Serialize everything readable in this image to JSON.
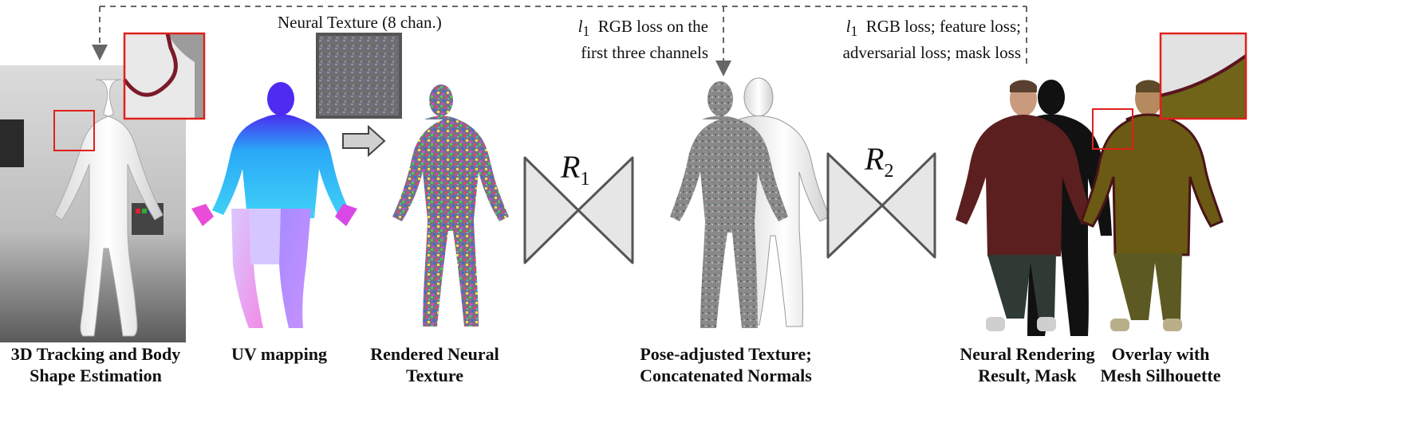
{
  "diagram": {
    "top_label": "Neural Texture (8 chan.)",
    "loss_notes": {
      "first": {
        "line1_var": "l",
        "line1_sub": "1",
        "line1": "RGB loss on the",
        "line2": "first three channels"
      },
      "second": {
        "line1_var": "l",
        "line1_sub": "1",
        "line1": "RGB loss; feature loss;",
        "line2": "adversarial loss; mask loss"
      }
    },
    "networks": [
      {
        "symbol": "R",
        "index": "1"
      },
      {
        "symbol": "R",
        "index": "2"
      }
    ],
    "captions": [
      {
        "line1": "3D Tracking and Body",
        "line2": "Shape Estimation"
      },
      {
        "line1": "UV mapping",
        "line2": ""
      },
      {
        "line1": "Rendered Neural",
        "line2": "Texture"
      },
      {
        "line1": "Pose-adjusted Texture;",
        "line2": "Concatenated Normals"
      },
      {
        "line1": "Neural Rendering",
        "line2": "Result, Mask"
      },
      {
        "line1": "Overlay with",
        "line2": "Mesh Silhouette"
      }
    ],
    "colors": {
      "highlight_box": "#e0201c",
      "arrow": "#666666",
      "network_fill": "#e6e6e6",
      "network_stroke": "#555555"
    }
  }
}
